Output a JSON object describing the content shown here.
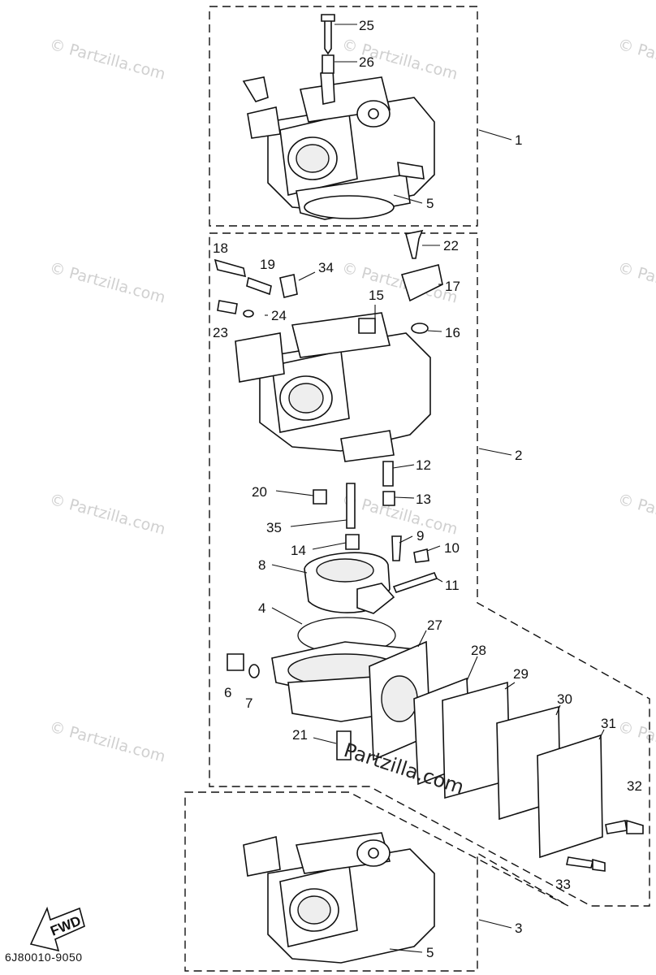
{
  "diagram_code": "6J80010-9050",
  "watermark": "© Partzilla.com",
  "brand_text": "Partzilla.com",
  "fwd_label": "FWD",
  "callouts": [
    "1",
    "2",
    "3",
    "4",
    "5",
    "5",
    "6",
    "7",
    "8",
    "9",
    "10",
    "11",
    "12",
    "13",
    "14",
    "15",
    "16",
    "17",
    "18",
    "19",
    "20",
    "21",
    "22",
    "23",
    "24",
    "25",
    "26",
    "27",
    "28",
    "29",
    "30",
    "31",
    "32",
    "33",
    "34",
    "35"
  ]
}
